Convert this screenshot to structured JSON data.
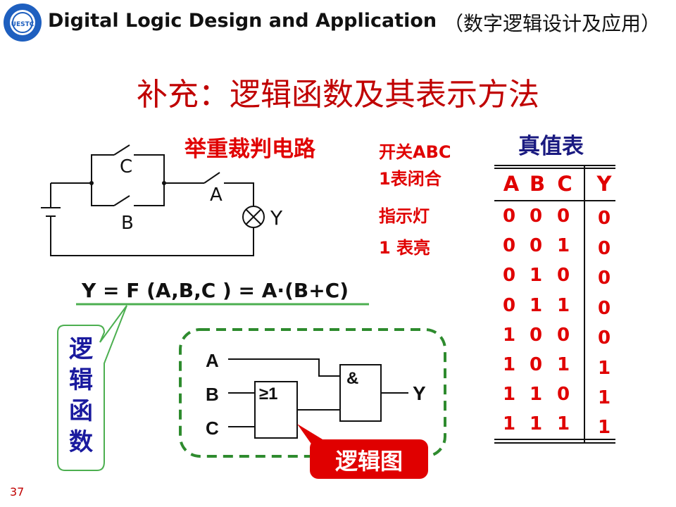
{
  "header": {
    "title": "Digital Logic Design and Application",
    "subtitle": "（数字逻辑设计及应用）"
  },
  "slide_title": "补充：逻辑函数及其表示方法",
  "circuit": {
    "title": "举重裁判电路",
    "switch_c": "C",
    "switch_b": "B",
    "switch_a": "A",
    "lamp_label": "Y"
  },
  "notes": {
    "line1": "开关ABC",
    "line2": "1表闭合",
    "line3": "指示灯",
    "line4": "1 表亮"
  },
  "formula": "Y = F (A,B,C ) = A·(B+C)",
  "callout_function": {
    "chars": [
      "逻",
      "辑",
      "函",
      "数"
    ]
  },
  "logic_diagram": {
    "input_a": "A",
    "input_b": "B",
    "input_c": "C",
    "or_gate": "≥1",
    "and_gate": "&",
    "output": "Y",
    "label": "逻辑图"
  },
  "truth_table": {
    "title": "真值表",
    "headers": [
      "A",
      "B",
      "C",
      "Y"
    ],
    "rows": [
      [
        "0",
        "0",
        "0",
        "0"
      ],
      [
        "0",
        "0",
        "1",
        "0"
      ],
      [
        "0",
        "1",
        "0",
        "0"
      ],
      [
        "0",
        "1",
        "1",
        "0"
      ],
      [
        "1",
        "0",
        "0",
        "0"
      ],
      [
        "1",
        "0",
        "1",
        "1"
      ],
      [
        "1",
        "1",
        "0",
        "1"
      ],
      [
        "1",
        "1",
        "1",
        "1"
      ]
    ]
  },
  "page_number": "37",
  "colors": {
    "title_red": "#c00000",
    "text_red": "#e00000",
    "callout_blue": "#1a1a9e",
    "callout_green": "#4caf50",
    "dash_green": "#2e8b2e"
  }
}
